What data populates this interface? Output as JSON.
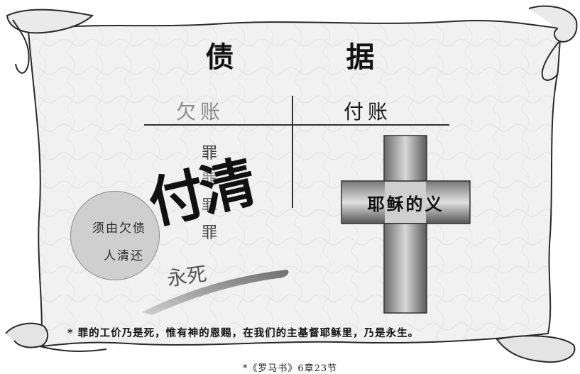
{
  "title": "债 据",
  "columns": {
    "debt": "欠账",
    "paid": "付账"
  },
  "sins": [
    "罪",
    "罪",
    "罪",
    "罪"
  ],
  "debt_stamp": {
    "line1": "须由欠债",
    "line2": "人清还"
  },
  "paid_stamp": "付清",
  "death_label": "永死",
  "cross_label": "耶稣的义",
  "verse": "* 罪的工价乃是死，惟有神的恩赐，在我们的主基督耶稣里，乃是永生。",
  "reference": "*《罗马书》6章23节"
}
